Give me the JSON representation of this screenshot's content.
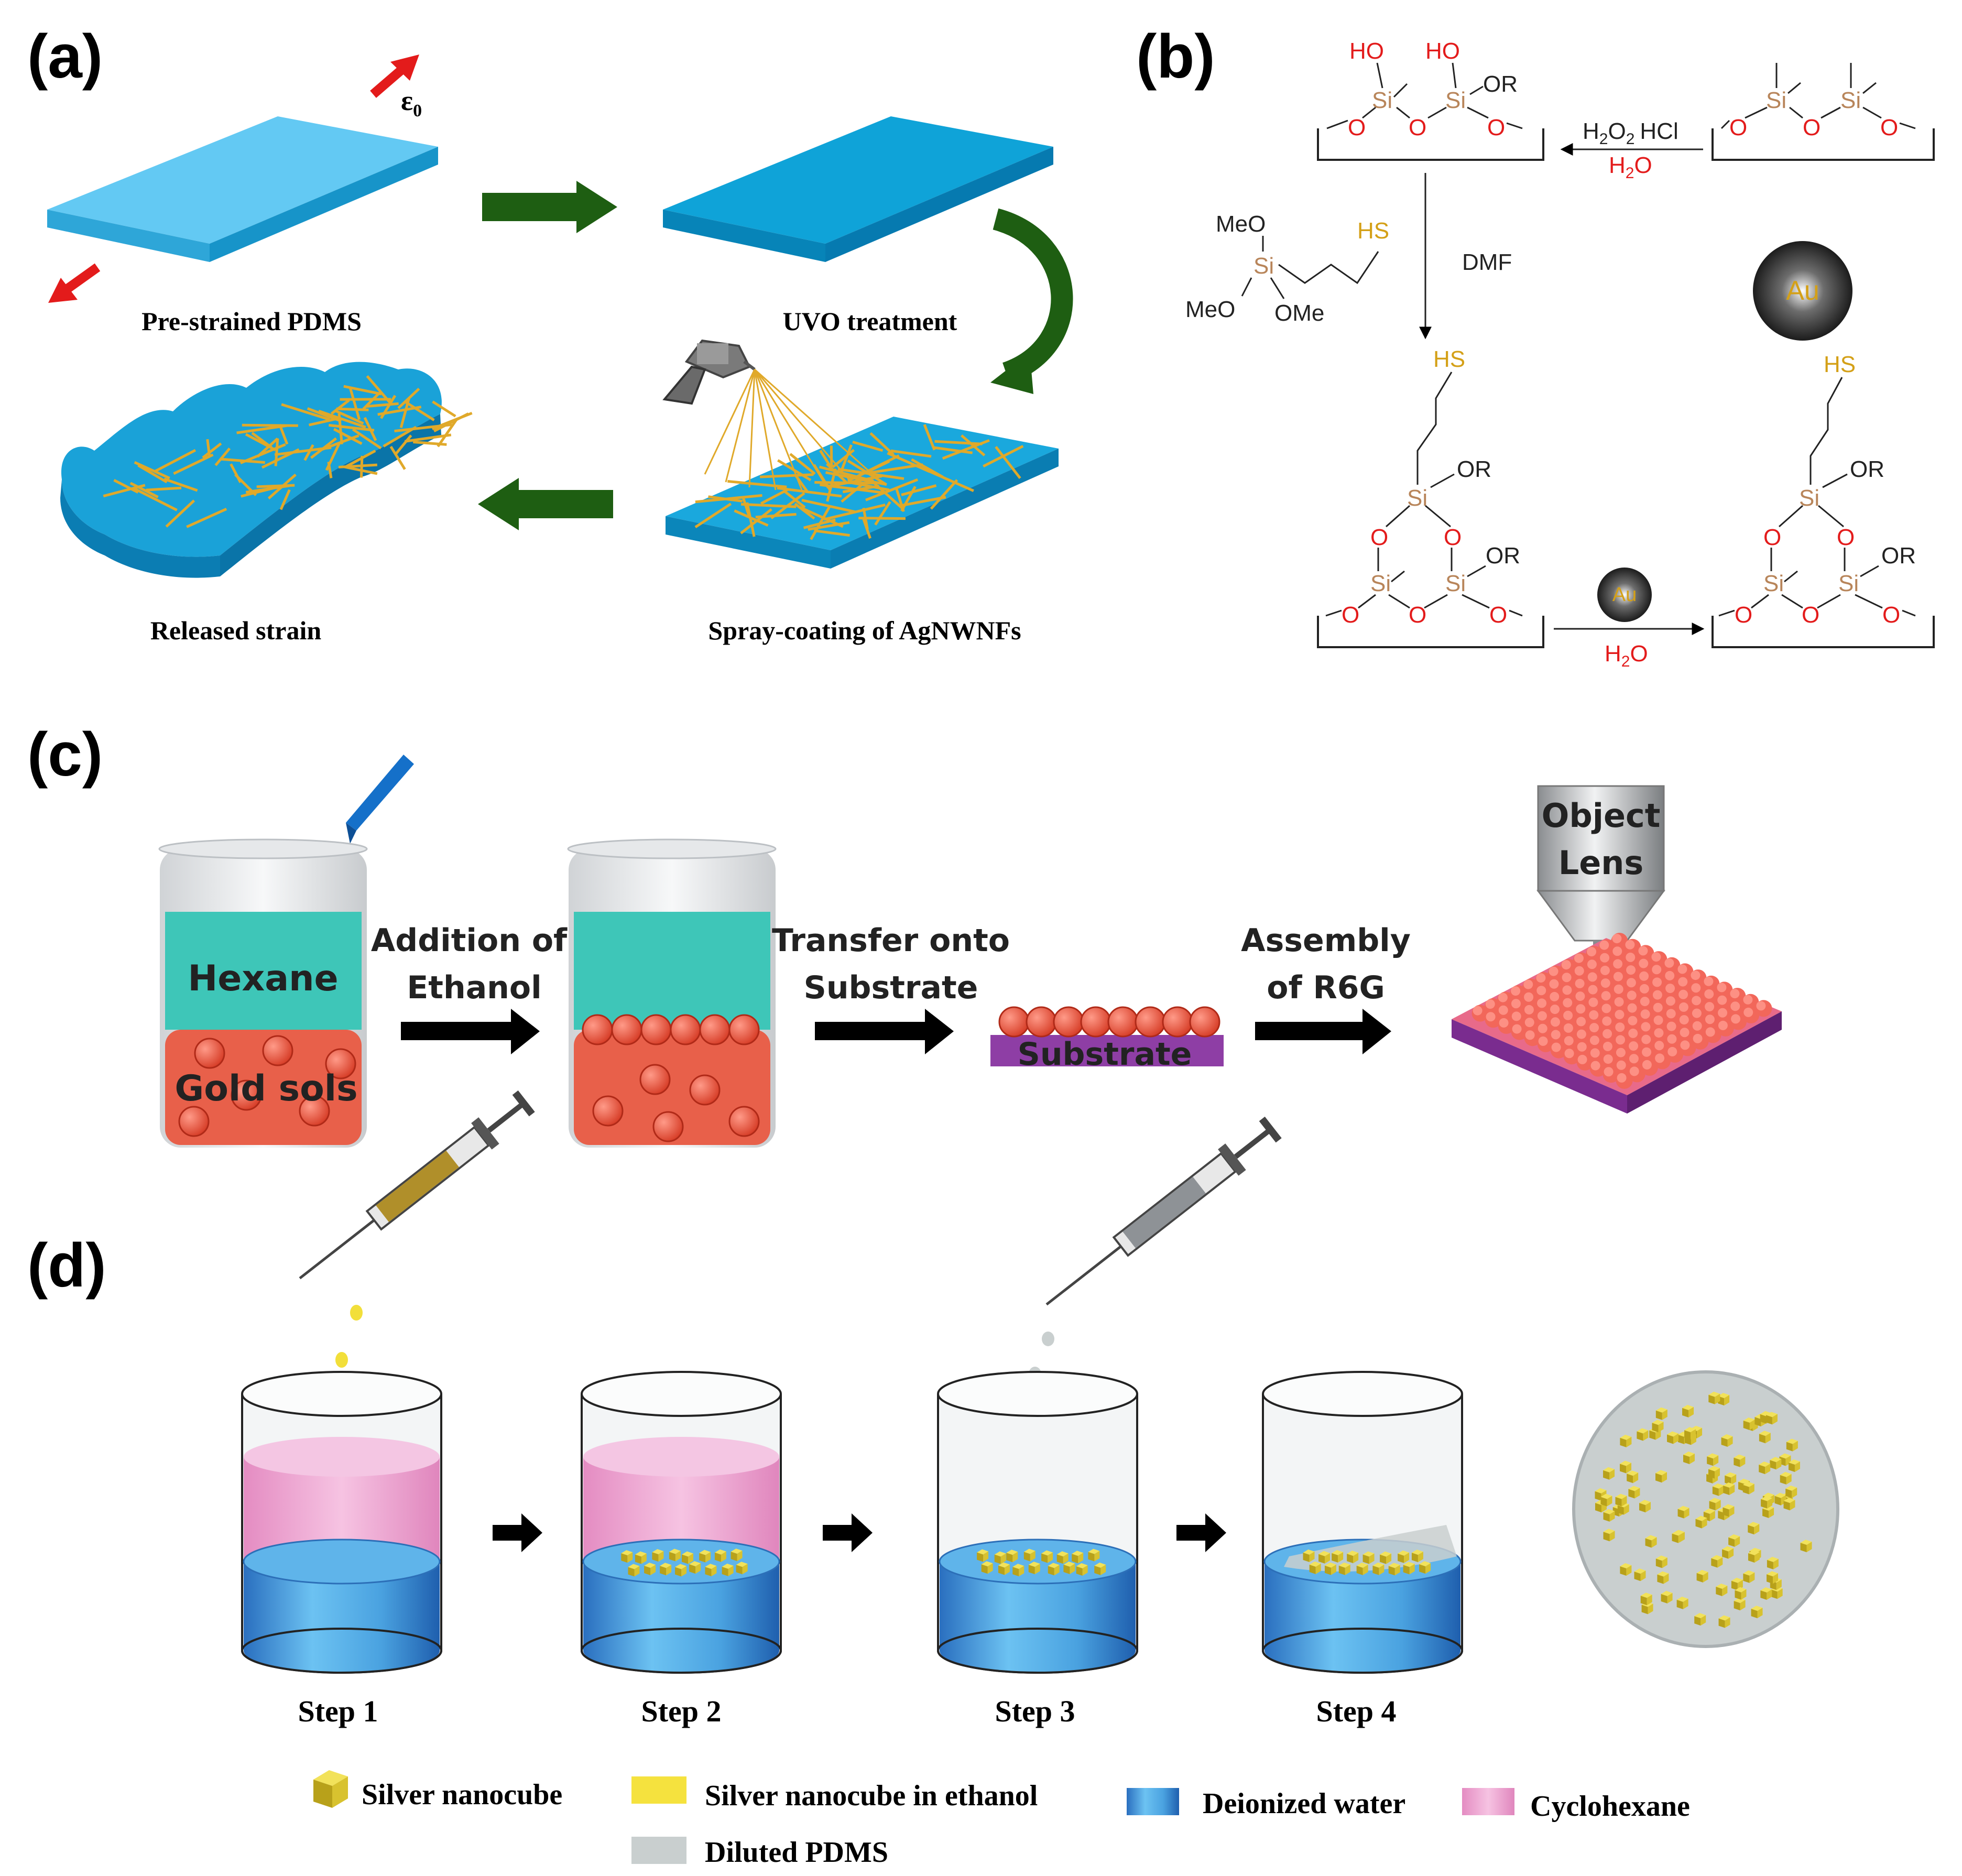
{
  "colors": {
    "pdms_light": "#5cc8f2",
    "pdms_dark": "#0aa0d6",
    "green_arrow": "#1e5e12",
    "red": "#e31b1b",
    "si": "#b8855a",
    "thiol": "#d4a017",
    "hexane": "#3ec6b8",
    "gold_sol": "#e8604a",
    "substrate": "#8e3ea5",
    "water": "#3a8ed6",
    "cyclohexane": "#ec9fcf",
    "nanocube": "#d6c02e",
    "pdms_gray": "#c9cfcf"
  },
  "panel_a": {
    "label": "(a)",
    "strain": "ε",
    "strain_sub": "0",
    "step1": "Pre-strained PDMS",
    "step2": "UVO treatment",
    "step3": "Spray-coating of AgNWNFs",
    "step4": "Released strain"
  },
  "panel_b": {
    "label": "(b)",
    "reagent_top": "H",
    "reagent_top_2": "2",
    "reagent_top_o": "O",
    "reagent_top_2b": "2",
    "reagent_top_hcl": "HCl",
    "water_h": "H",
    "water_2": "2",
    "water_o": "O",
    "dmf": "DMF",
    "meo1": "MeO",
    "meo2": "MeO",
    "ome": "OMe",
    "hs": "HS",
    "ho": "HO",
    "or": "OR",
    "si": "Si",
    "o": "O",
    "au": "Au"
  },
  "panel_c": {
    "label": "(c)",
    "hexane": "Hexane",
    "gold_sols": "Gold sols",
    "arrow1": [
      "Addition of",
      "Ethanol"
    ],
    "arrow2": [
      "Transfer onto",
      "Substrate"
    ],
    "substrate": "Substrate",
    "arrow3": [
      "Assembly",
      "of R6G"
    ],
    "lens": [
      "Object",
      "Lens"
    ]
  },
  "panel_d": {
    "label": "(d)",
    "steps": [
      "Step 1",
      "Step 2",
      "Step 3",
      "Step 4"
    ],
    "legend": [
      {
        "label": "Silver nanocube",
        "key": "nanocube"
      },
      {
        "label": "Silver nanocube in ethanol",
        "key": "nanocube_ethanol"
      },
      {
        "label": "Deionized water",
        "key": "water"
      },
      {
        "label": "Cyclohexane",
        "key": "cyclohexane"
      },
      {
        "label": "Diluted PDMS",
        "key": "pdms"
      }
    ]
  }
}
